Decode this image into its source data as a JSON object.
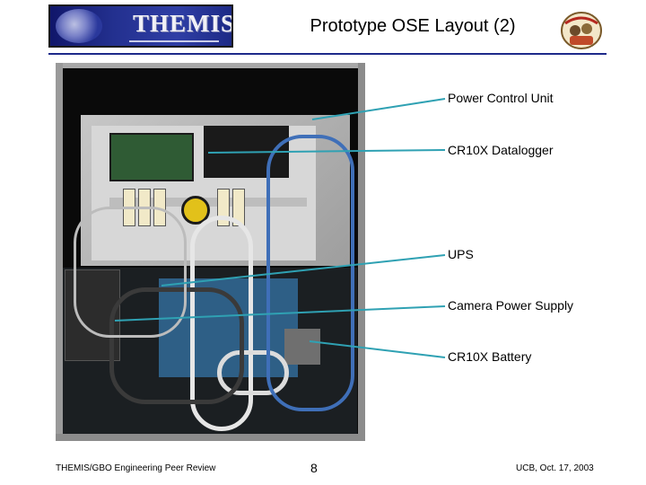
{
  "header": {
    "logo_text": "THEMIS",
    "title": "Prototype OSE Layout (2)",
    "badge_icon": "themis-mission-badge-icon"
  },
  "photo": {
    "icon": "ose-enclosure-photo"
  },
  "callouts": [
    {
      "label": "Power Control Unit"
    },
    {
      "label": "CR10X Datalogger"
    },
    {
      "label": "UPS"
    },
    {
      "label": "Camera Power Supply"
    },
    {
      "label": "CR10X Battery"
    }
  ],
  "footer": {
    "left": "THEMIS/GBO Engineering Peer Review",
    "page": "8",
    "right": "UCB, Oct. 17, 2003"
  },
  "colors": {
    "accent_rule": "#1e2a8a",
    "callout_line": "#2fa1b3",
    "logo_bg": "#23308f"
  }
}
